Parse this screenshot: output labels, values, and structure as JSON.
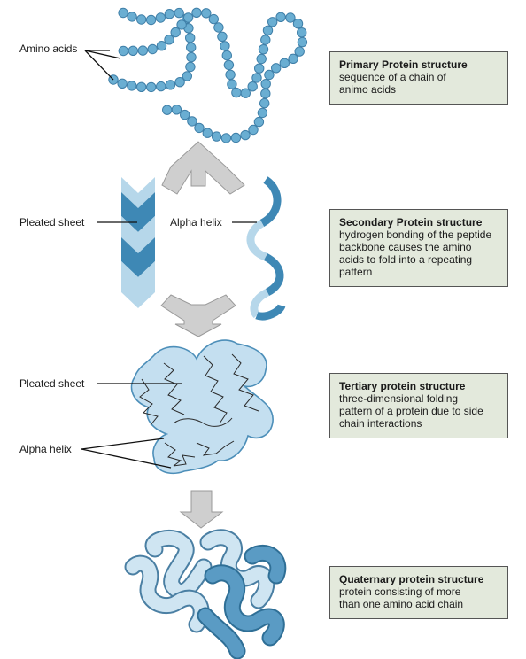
{
  "labels": {
    "amino_acids": "Amino acids",
    "pleated_sheet": "Pleated sheet",
    "alpha_helix": "Alpha helix",
    "pleated_sheet_2": "Pleated sheet",
    "alpha_helix_2": "Alpha helix"
  },
  "boxes": [
    {
      "title": "Primary Protein structure",
      "text": "sequence of a chain of\nanimo acids"
    },
    {
      "title": "Secondary Protein structure",
      "text": "hydrogen bonding of the peptide\nbackbone causes the amino\nacids to fold into a repeating\npattern"
    },
    {
      "title": "Tertiary protein structure",
      "text": "three-dimensional folding\npattern of a protein due to side\nchain interactions"
    },
    {
      "title": "Quaternary protein structure",
      "text": "protein consisting of more\nthan one amino acid chain"
    }
  ],
  "colors": {
    "bead": "#6aaed2",
    "bead_stroke": "#3f7fa8",
    "dark_blue": "#3e88b5",
    "light_blue": "#b6d7ea",
    "arrow": "#cccccc",
    "box_bg": "#e3e9dc"
  }
}
